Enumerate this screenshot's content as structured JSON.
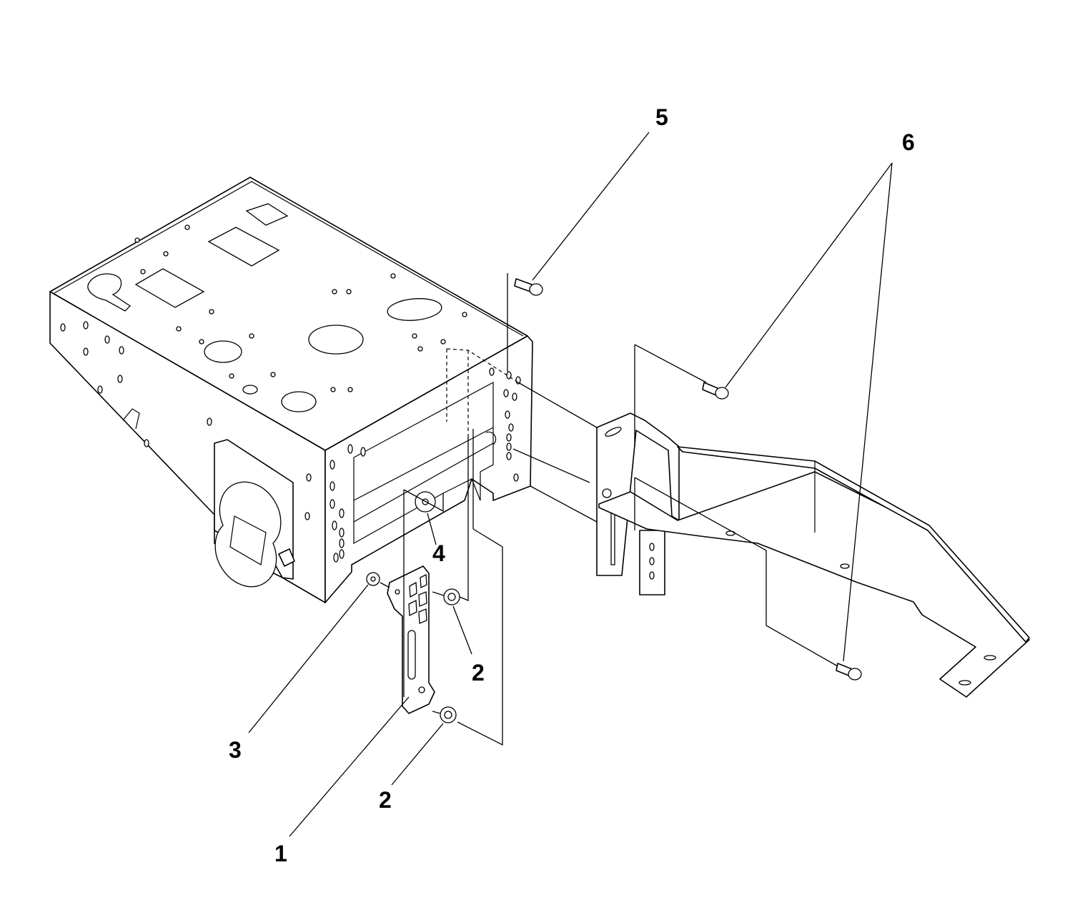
{
  "callouts": [
    {
      "id": "c1",
      "label": "1"
    },
    {
      "id": "c2a",
      "label": "2"
    },
    {
      "id": "c2b",
      "label": "2"
    },
    {
      "id": "c3",
      "label": "3"
    },
    {
      "id": "c4",
      "label": "4"
    },
    {
      "id": "c5",
      "label": "5"
    },
    {
      "id": "c6",
      "label": "6"
    }
  ],
  "colors": {
    "line": "#000000",
    "background": "#ffffff"
  }
}
